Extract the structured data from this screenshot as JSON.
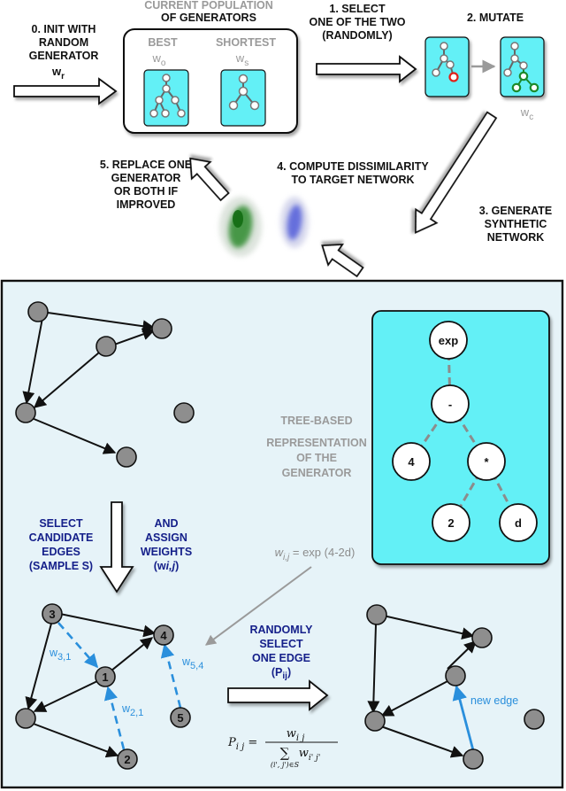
{
  "steps": {
    "init": [
      "0. INIT WITH",
      "RANDOM",
      "GENERATOR"
    ],
    "init_symbol": "w",
    "init_sub": "r",
    "population_title": [
      "CURRENT POPULATION",
      "OF GENERATORS"
    ],
    "best_label": "BEST",
    "best_symbol": "w",
    "best_sub": "o",
    "shortest_label": "SHORTEST",
    "shortest_symbol": "w",
    "shortest_sub": "s",
    "select": [
      "1. SELECT",
      "ONE OF THE TWO",
      "(RANDOMLY)"
    ],
    "mutate": "2. MUTATE",
    "mutated_symbol": "w",
    "mutated_sub": "c",
    "generate": [
      "3. GENERATE",
      "SYNTHETIC",
      "NETWORK"
    ],
    "dissimilarity": [
      "4. COMPUTE DISSIMILARITY",
      "TO TARGET NETWORK"
    ],
    "replace": [
      "5. REPLACE ONE",
      "GENERATOR",
      "OR BOTH IF",
      "IMPROVED"
    ]
  },
  "detail": {
    "tree_caption": [
      "TREE-BASED",
      "REPRESENTATION",
      "OF THE",
      "GENERATOR"
    ],
    "tree_nodes": [
      "exp",
      "-",
      "4",
      "*",
      "2",
      "d"
    ],
    "select_candidates": [
      "SELECT",
      "CANDIDATE",
      "EDGES",
      "(SAMPLE S)"
    ],
    "assign_weights": [
      "AND",
      "ASSIGN",
      "WEIGHTS",
      "(w",
      "i,j",
      ")"
    ],
    "weight_formula": "w",
    "weight_formula_sub": "i,j",
    "weight_formula_rest": " = exp (4-2d)",
    "node_numbers": [
      "1",
      "2",
      "3",
      "4",
      "5"
    ],
    "edge_weights": [
      {
        "w": "w",
        "sub": "3,1"
      },
      {
        "w": "w",
        "sub": "2,1"
      },
      {
        "w": "w",
        "sub": "5,4"
      }
    ],
    "randomly_select": [
      "RANDOMLY",
      "SELECT",
      "ONE EDGE",
      "(P",
      "ij",
      ")"
    ],
    "new_edge": "new edge",
    "prob_formula": {
      "lhs": "P",
      "lhs_sub": "i j",
      "num": "w",
      "num_sub": "i j",
      "den": "w",
      "den_sub": "i' j'",
      "sum_sub": "(i', j')∈S"
    }
  },
  "colors": {
    "cyan": "#63f0f6",
    "panel": "#e6f3f8",
    "blue": "#2a8fdc",
    "navy": "#15208a",
    "node_gray": "#8e8e8e"
  }
}
